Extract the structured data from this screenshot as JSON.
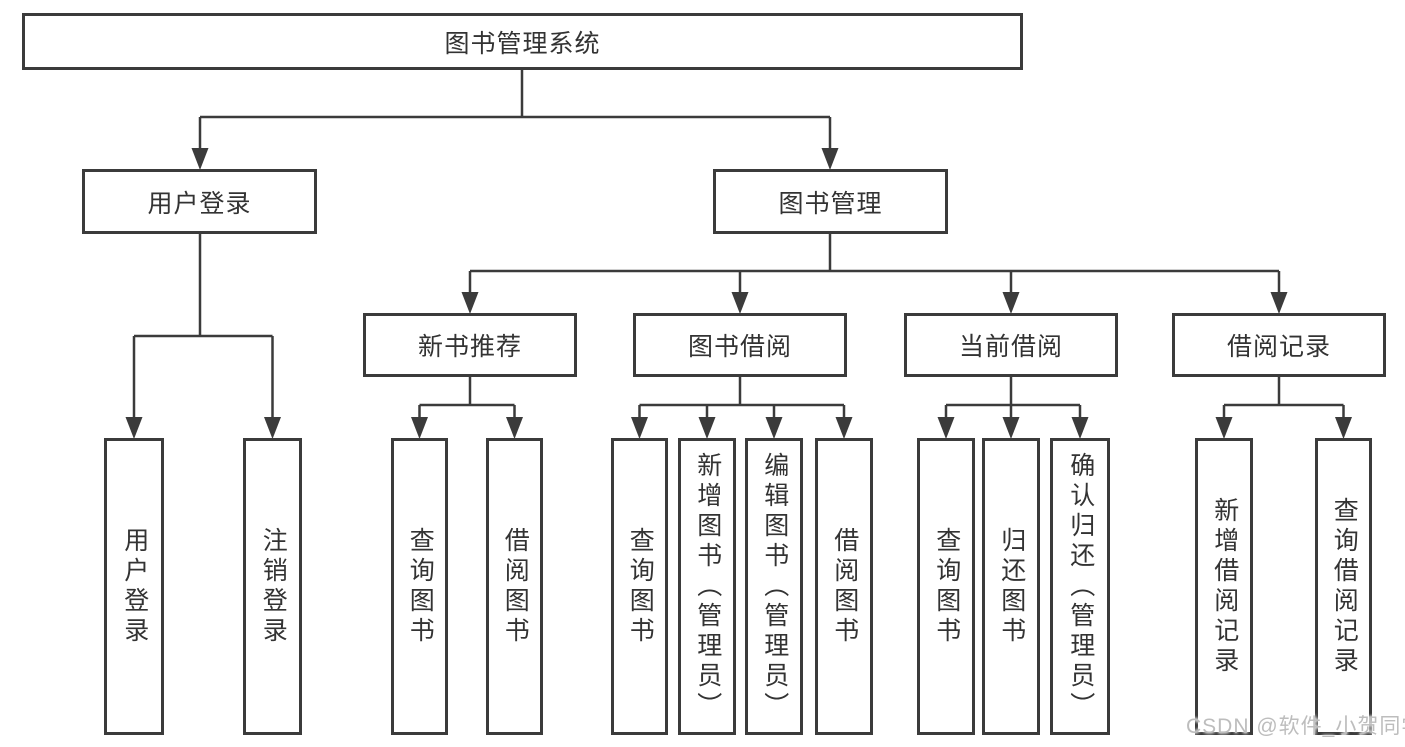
{
  "diagram": {
    "type": "hierarchy-tree",
    "line_color": "#3b3b3b",
    "box_background": "#ffffff",
    "text_color": "#333333",
    "root": {
      "label": "图书管理系统"
    },
    "children": [
      {
        "label": "用户登录",
        "children": [
          {
            "label": "用户登录"
          },
          {
            "label": "注销登录"
          }
        ]
      },
      {
        "label": "图书管理",
        "children": [
          {
            "label": "新书推荐",
            "children": [
              {
                "label": "查询图书"
              },
              {
                "label": "借阅图书"
              }
            ]
          },
          {
            "label": "图书借阅",
            "children": [
              {
                "label": "查询图书"
              },
              {
                "label": "新增图书（管理员）"
              },
              {
                "label": "编辑图书（管理员）"
              },
              {
                "label": "借阅图书"
              }
            ]
          },
          {
            "label": "当前借阅",
            "children": [
              {
                "label": "查询图书"
              },
              {
                "label": "归还图书"
              },
              {
                "label": "确认归还（管理员）"
              }
            ]
          },
          {
            "label": "借阅记录",
            "children": [
              {
                "label": "新增借阅记录"
              },
              {
                "label": "查询借阅记录"
              }
            ]
          }
        ]
      }
    ]
  },
  "watermark": {
    "text": "CSDN @软件_小贺同学",
    "color": "#bdbdbd"
  }
}
